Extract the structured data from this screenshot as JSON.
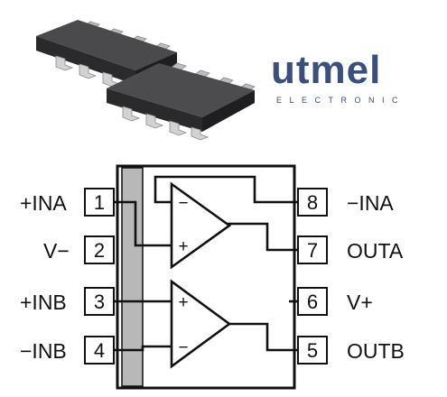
{
  "logo": {
    "wordmark": "utmel",
    "subtitle": "ELECTRONIC"
  },
  "colors": {
    "brand": "#3a4f7d",
    "chip_body": "#2e2e30",
    "lead": "#c9c9c9",
    "ground_strip": "#b8b8b8",
    "ink": "#111111"
  },
  "package_photo": {
    "icon": "soic-8-package-photo"
  },
  "pinout": {
    "left_pins": [
      {
        "number": "1",
        "label": "+INA"
      },
      {
        "number": "2",
        "label": "V−"
      },
      {
        "number": "3",
        "label": "+INB"
      },
      {
        "number": "4",
        "label": "−INB"
      }
    ],
    "right_pins": [
      {
        "number": "8",
        "label": "−INA"
      },
      {
        "number": "7",
        "label": "OUTA"
      },
      {
        "number": "6",
        "label": "V+"
      },
      {
        "number": "5",
        "label": "OUTB"
      }
    ],
    "amp_a": {
      "minus": "−",
      "plus": "+"
    },
    "amp_b": {
      "plus": "+",
      "minus": "−"
    }
  }
}
